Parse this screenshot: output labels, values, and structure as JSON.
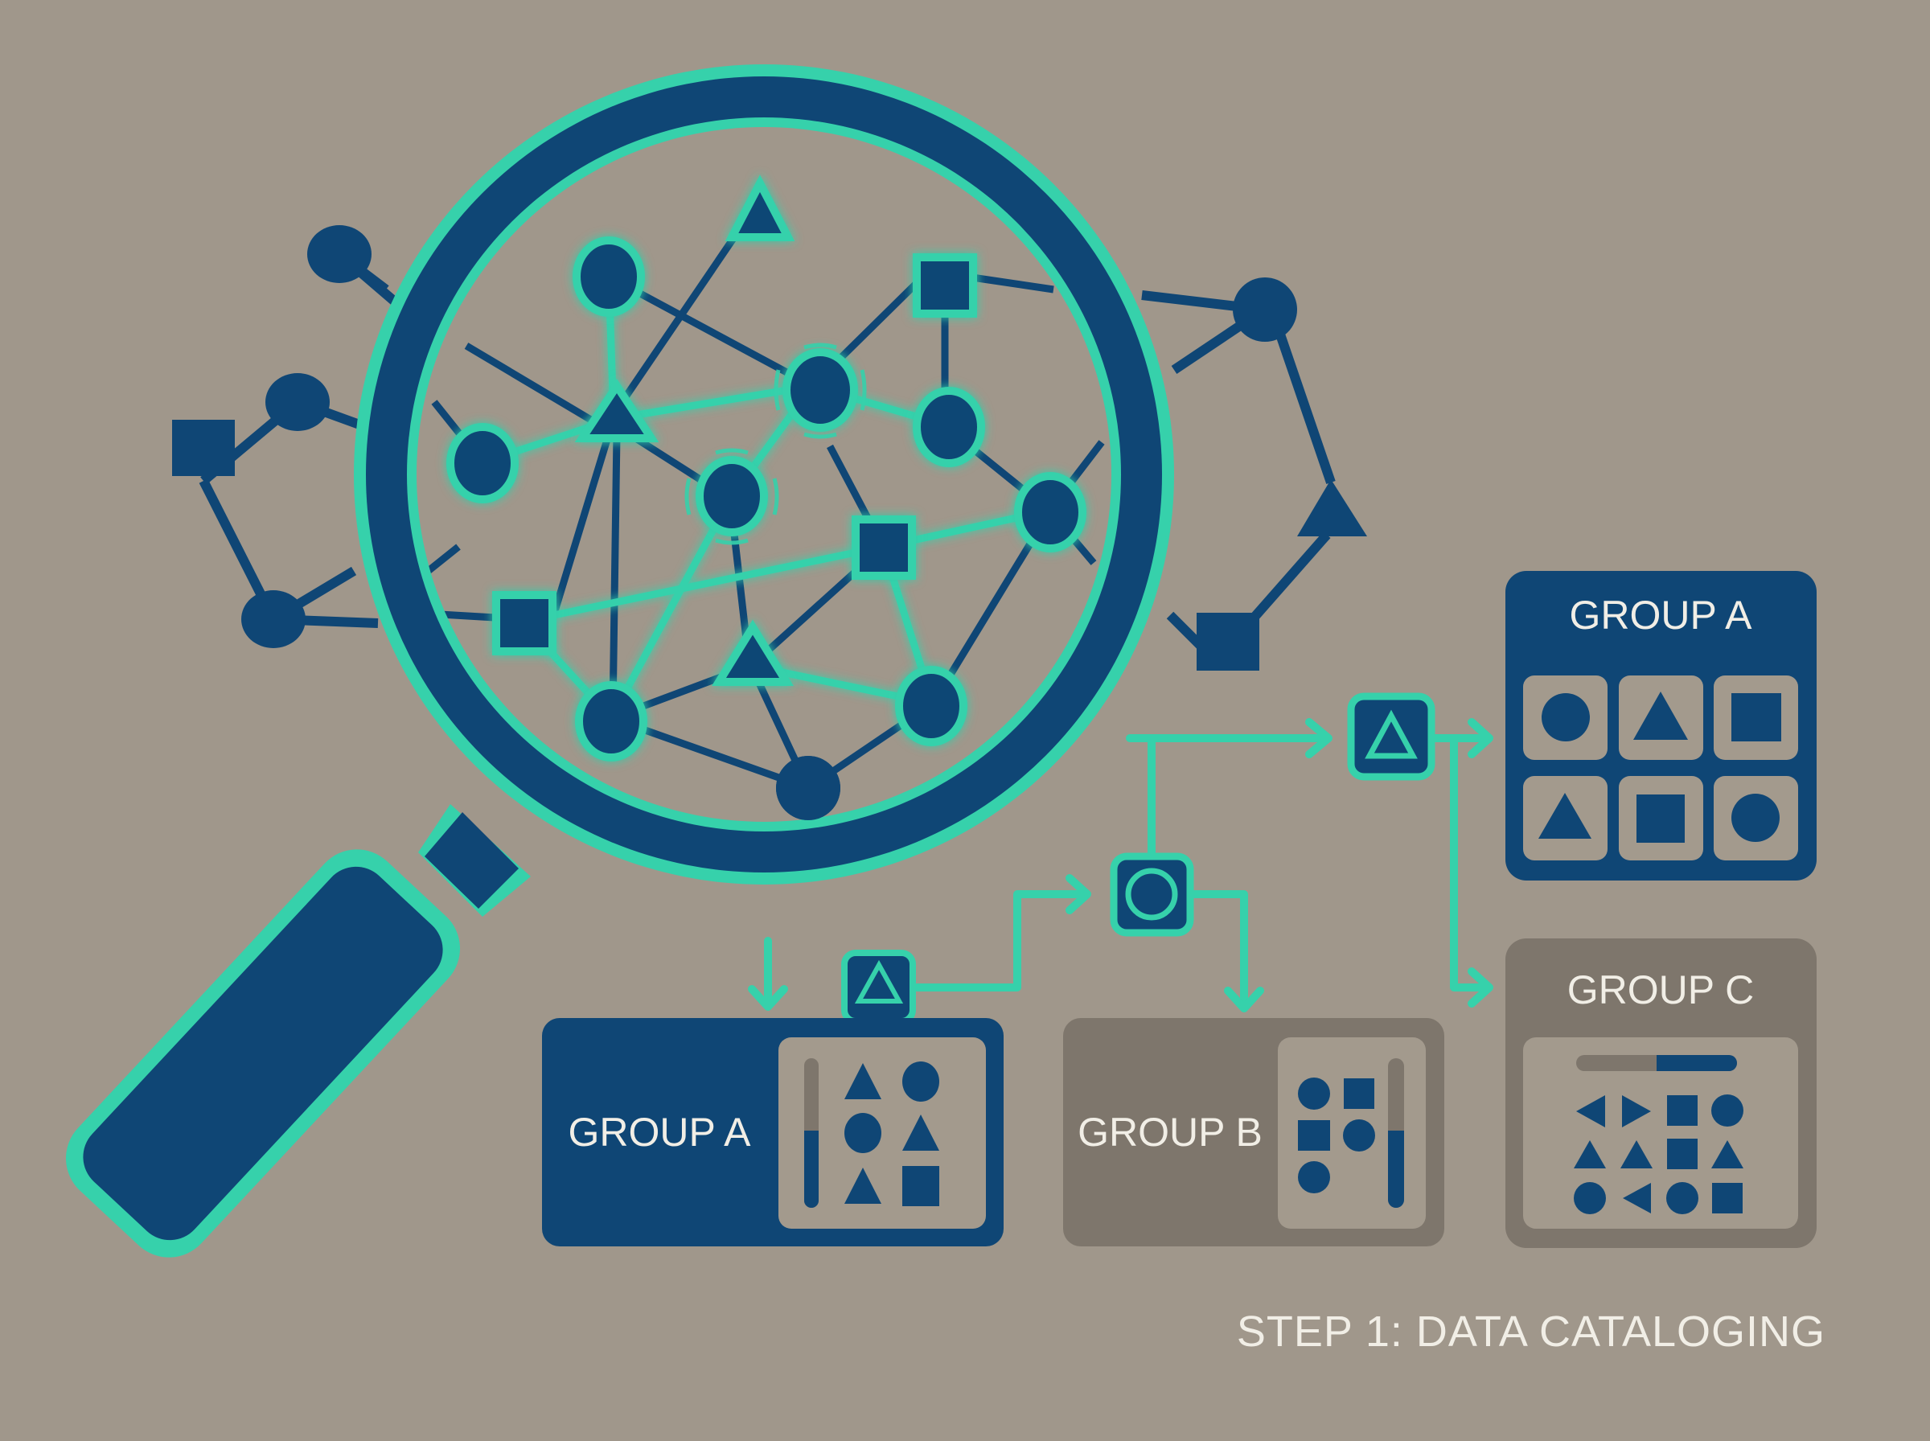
{
  "colors": {
    "background": "#a0978b",
    "navy": "#0f4675",
    "teal": "#36d1ab",
    "gray_card": "#7e766c",
    "inner_panel": "#a39a8d",
    "text_light": "#f1eee6"
  },
  "caption": "STEP 1: DATA CATALOGING",
  "groups": {
    "top_right": {
      "label": "GROUP A",
      "shapes": [
        "circle",
        "triangle",
        "square",
        "triangle",
        "square",
        "circle"
      ]
    },
    "bottom_left": {
      "label": "GROUP A",
      "shapes": [
        "triangle",
        "circle",
        "circle",
        "triangle",
        "triangle",
        "square"
      ],
      "slider_fill_pct": 52
    },
    "bottom_middle": {
      "label": "GROUP B",
      "shapes": [
        "circle",
        "square",
        "square",
        "circle",
        "circle"
      ],
      "slider_fill_pct": 52
    },
    "right_bottom": {
      "label": "GROUP C",
      "shapes": [
        "triangle-left",
        "triangle-right",
        "square",
        "circle",
        "triangle",
        "triangle",
        "square",
        "triangle",
        "circle",
        "triangle-left",
        "circle",
        "square"
      ],
      "progress_fill_pct": 50
    }
  },
  "sorter_nodes": [
    {
      "id": "sorter-triangle-right",
      "glyph": "triangle-outline"
    },
    {
      "id": "sorter-circle-middle",
      "glyph": "circle-outline"
    },
    {
      "id": "sorter-triangle-left",
      "glyph": "triangle-outline"
    }
  ]
}
